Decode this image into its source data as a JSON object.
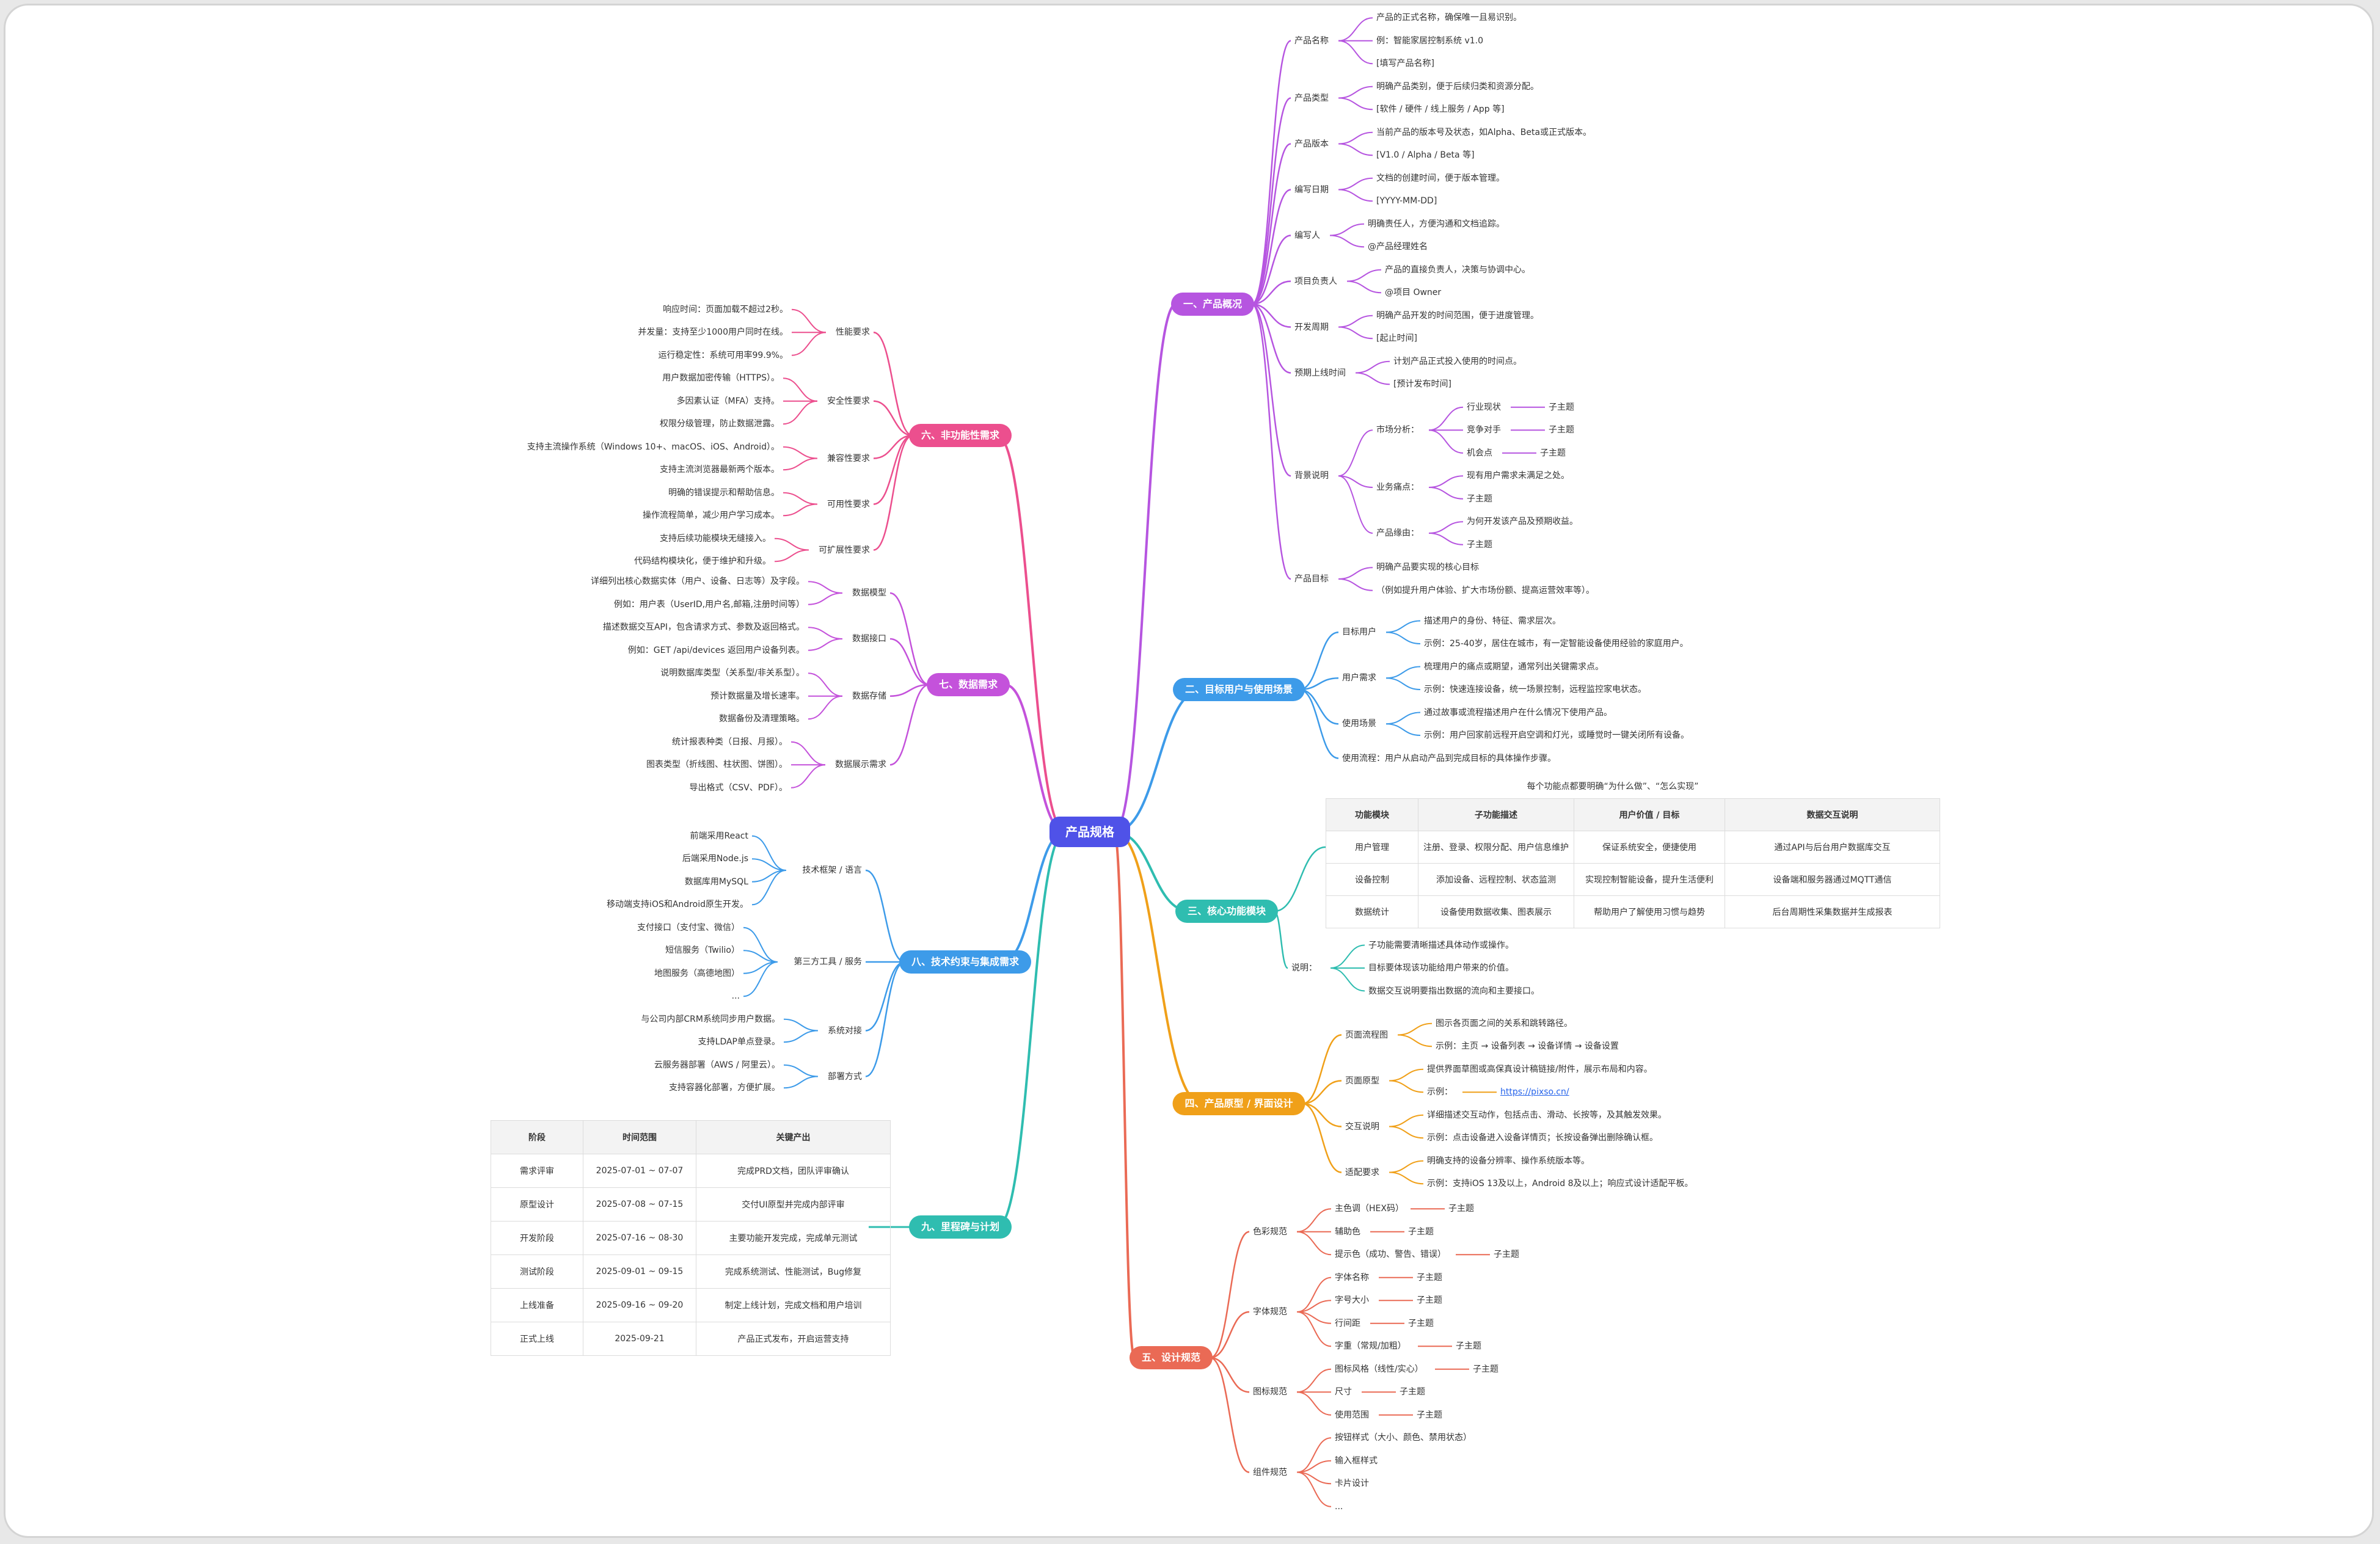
{
  "root": {
    "label": "产品规格"
  },
  "branches": [
    {
      "id": "b1",
      "label": "一、产品概况",
      "color": "#b655e0",
      "side": "right",
      "children": [
        {
          "label": "产品名称",
          "children": [
            {
              "label": "产品的正式名称，确保唯一且易识别。"
            },
            {
              "label": "例：智能家居控制系统 v1.0"
            },
            {
              "label": "[填写产品名称]"
            }
          ]
        },
        {
          "label": "产品类型",
          "children": [
            {
              "label": "明确产品类别，便于后续归类和资源分配。"
            },
            {
              "label": "[软件 / 硬件 / 线上服务 / App 等]"
            }
          ]
        },
        {
          "label": "产品版本",
          "children": [
            {
              "label": "当前产品的版本号及状态，如Alpha、Beta或正式版本。"
            },
            {
              "label": "[V1.0 / Alpha / Beta 等]"
            }
          ]
        },
        {
          "label": "编写日期",
          "children": [
            {
              "label": "文档的创建时间，便于版本管理。"
            },
            {
              "label": "[YYYY-MM-DD]"
            }
          ]
        },
        {
          "label": "编写人",
          "children": [
            {
              "label": "明确责任人，方便沟通和文档追踪。"
            },
            {
              "label": "@产品经理姓名"
            }
          ]
        },
        {
          "label": "项目负责人",
          "children": [
            {
              "label": "产品的直接负责人，决策与协调中心。"
            },
            {
              "label": "@项目 Owner"
            }
          ]
        },
        {
          "label": "开发周期",
          "children": [
            {
              "label": "明确产品开发的时间范围，便于进度管理。"
            },
            {
              "label": "[起止时间]"
            }
          ]
        },
        {
          "label": "预期上线时间",
          "children": [
            {
              "label": "计划产品正式投入使用的时间点。"
            },
            {
              "label": "[预计发布时间]"
            }
          ]
        },
        {
          "label": "背景说明",
          "children": [
            {
              "label": "市场分析：",
              "children": [
                {
                  "label": "行业现状",
                  "children": [
                    {
                      "label": "子主题"
                    }
                  ]
                },
                {
                  "label": "竞争对手",
                  "children": [
                    {
                      "label": "子主题"
                    }
                  ]
                },
                {
                  "label": "机会点",
                  "children": [
                    {
                      "label": "子主题"
                    }
                  ]
                }
              ]
            },
            {
              "label": "业务痛点：",
              "children": [
                {
                  "label": "现有用户需求未满足之处。"
                },
                {
                  "label": "子主题"
                }
              ]
            },
            {
              "label": "产品缘由：",
              "children": [
                {
                  "label": "为何开发该产品及预期收益。"
                },
                {
                  "label": "子主题"
                }
              ]
            }
          ]
        },
        {
          "label": "产品目标",
          "children": [
            {
              "label": "明确产品要实现的核心目标"
            },
            {
              "label": "（例如提升用户体验、扩大市场份额、提高运营效率等）。"
            }
          ]
        }
      ]
    },
    {
      "id": "b2",
      "label": "二、目标用户与使用场景",
      "color": "#3d9be9",
      "side": "right",
      "children": [
        {
          "label": "目标用户",
          "children": [
            {
              "label": "描述用户的身份、特征、需求层次。"
            },
            {
              "label": "示例：25-40岁，居住在城市，有一定智能设备使用经验的家庭用户。"
            }
          ]
        },
        {
          "label": "用户需求",
          "children": [
            {
              "label": "梳理用户的痛点或期望，通常列出关键需求点。"
            },
            {
              "label": "示例：快速连接设备，统一场景控制，远程监控家电状态。"
            }
          ]
        },
        {
          "label": "使用场景",
          "children": [
            {
              "label": "通过故事或流程描述用户在什么情况下使用产品。"
            },
            {
              "label": "示例：用户回家前远程开启空调和灯光，或睡觉时一键关闭所有设备。"
            }
          ]
        },
        {
          "label": "使用流程：用户从启动产品到完成目标的具体操作步骤。"
        }
      ]
    },
    {
      "id": "b3",
      "label": "三、核心功能模块",
      "color": "#2fbdb0",
      "side": "right",
      "table": {
        "note": "每个功能点都要明确“为什么做”、“怎么实现”",
        "headers": [
          "功能模块",
          "子功能描述",
          "用户价值 / 目标",
          "数据交互说明"
        ],
        "rows": [
          [
            "用户管理",
            "注册、登录、权限分配、用户信息维护",
            "保证系统安全，便捷使用",
            "通过API与后台用户数据库交互"
          ],
          [
            "设备控制",
            "添加设备、远程控制、状态监测",
            "实现控制智能设备，提升生活便利",
            "设备端和服务器通过MQTT通信"
          ],
          [
            "数据统计",
            "设备使用数据收集、图表展示",
            "帮助用户了解使用习惯与趋势",
            "后台周期性采集数据并生成报表"
          ]
        ]
      },
      "children": [
        {
          "label": "说明：",
          "children": [
            {
              "label": "子功能需要清晰描述具体动作或操作。"
            },
            {
              "label": "目标要体现该功能给用户带来的价值。"
            },
            {
              "label": "数据交互说明要指出数据的流向和主要接口。"
            }
          ]
        }
      ]
    },
    {
      "id": "b4",
      "label": "四、产品原型 / 界面设计",
      "color": "#f0a019",
      "side": "right",
      "children": [
        {
          "label": "页面流程图",
          "children": [
            {
              "label": "图示各页面之间的关系和跳转路径。"
            },
            {
              "label": "示例：主页 → 设备列表 → 设备详情 → 设备设置"
            }
          ]
        },
        {
          "label": "页面原型",
          "children": [
            {
              "label": "提供界面草图或高保真设计稿链接/附件，展示布局和内容。"
            },
            {
              "label": "示例：",
              "children": [
                {
                  "label": "https://pixso.cn/",
                  "link": true
                }
              ]
            }
          ]
        },
        {
          "label": "交互说明",
          "children": [
            {
              "label": "详细描述交互动作，包括点击、滑动、长按等，及其触发效果。"
            },
            {
              "label": "示例：点击设备进入设备详情页；长按设备弹出删除确认框。"
            }
          ]
        },
        {
          "label": "适配要求",
          "children": [
            {
              "label": "明确支持的设备分辨率、操作系统版本等。"
            },
            {
              "label": "示例：支持iOS 13及以上，Android 8及以上；响应式设计适配平板。"
            }
          ]
        }
      ]
    },
    {
      "id": "b5",
      "label": "五、设计规范",
      "color": "#ea6a55",
      "side": "right",
      "children": [
        {
          "label": "色彩规范",
          "children": [
            {
              "label": "主色调（HEX码）",
              "children": [
                {
                  "label": "子主题"
                }
              ]
            },
            {
              "label": "辅助色",
              "children": [
                {
                  "label": "子主题"
                }
              ]
            },
            {
              "label": "提示色（成功、警告、错误）",
              "children": [
                {
                  "label": "子主题"
                }
              ]
            }
          ]
        },
        {
          "label": "字体规范",
          "children": [
            {
              "label": "字体名称",
              "children": [
                {
                  "label": "子主题"
                }
              ]
            },
            {
              "label": "字号大小",
              "children": [
                {
                  "label": "子主题"
                }
              ]
            },
            {
              "label": "行间距",
              "children": [
                {
                  "label": "子主题"
                }
              ]
            },
            {
              "label": "字重（常规/加粗）",
              "children": [
                {
                  "label": "子主题"
                }
              ]
            }
          ]
        },
        {
          "label": "图标规范",
          "children": [
            {
              "label": "图标风格（线性/实心）",
              "children": [
                {
                  "label": "子主题"
                }
              ]
            },
            {
              "label": "尺寸",
              "children": [
                {
                  "label": "子主题"
                }
              ]
            },
            {
              "label": "使用范围",
              "children": [
                {
                  "label": "子主题"
                }
              ]
            }
          ]
        },
        {
          "label": "组件规范",
          "children": [
            {
              "label": "按钮样式（大小、颜色、禁用状态）"
            },
            {
              "label": "输入框样式"
            },
            {
              "label": "卡片设计"
            },
            {
              "label": "..."
            }
          ]
        }
      ]
    },
    {
      "id": "b6",
      "label": "六、非功能性需求",
      "color": "#ec4f8e",
      "side": "left",
      "children": [
        {
          "label": "性能要求",
          "children": [
            {
              "label": "响应时间：页面加载不超过2秒。"
            },
            {
              "label": "并发量：支持至少1000用户同时在线。"
            },
            {
              "label": "运行稳定性：系统可用率99.9%。"
            }
          ]
        },
        {
          "label": "安全性要求",
          "children": [
            {
              "label": "用户数据加密传输（HTTPS）。"
            },
            {
              "label": "多因素认证（MFA）支持。"
            },
            {
              "label": "权限分级管理，防止数据泄露。"
            }
          ]
        },
        {
          "label": "兼容性要求",
          "children": [
            {
              "label": "支持主流操作系统（Windows 10+、macOS、iOS、Android）。"
            },
            {
              "label": "支持主流浏览器最新两个版本。"
            }
          ]
        },
        {
          "label": "可用性要求",
          "children": [
            {
              "label": "明确的错误提示和帮助信息。"
            },
            {
              "label": "操作流程简单，减少用户学习成本。"
            }
          ]
        },
        {
          "label": "可扩展性要求",
          "children": [
            {
              "label": "支持后续功能模块无缝接入。"
            },
            {
              "label": "代码结构模块化，便于维护和升级。"
            }
          ]
        }
      ]
    },
    {
      "id": "b7",
      "label": "七、数据需求",
      "color": "#c452db",
      "side": "left",
      "children": [
        {
          "label": "数据模型",
          "children": [
            {
              "label": "详细列出核心数据实体（用户、设备、日志等）及字段。"
            },
            {
              "label": "例如：用户表（UserID,用户名,邮箱,注册时间等）"
            }
          ]
        },
        {
          "label": "数据接口",
          "children": [
            {
              "label": "描述数据交互API，包含请求方式、参数及返回格式。"
            },
            {
              "label": "例如：GET /api/devices 返回用户设备列表。"
            }
          ]
        },
        {
          "label": "数据存储",
          "children": [
            {
              "label": "说明数据库类型（关系型/非关系型）。"
            },
            {
              "label": "预计数据量及增长速率。"
            },
            {
              "label": "数据备份及清理策略。"
            }
          ]
        },
        {
          "label": "数据展示需求",
          "children": [
            {
              "label": "统计报表种类（日报、月报）。"
            },
            {
              "label": "图表类型（折线图、柱状图、饼图）。"
            },
            {
              "label": "导出格式（CSV、PDF）。"
            }
          ]
        }
      ]
    },
    {
      "id": "b8",
      "label": "八、技术约束与集成需求",
      "color": "#3d9be9",
      "side": "left",
      "children": [
        {
          "label": "技术框架 / 语言",
          "children": [
            {
              "label": "前端采用React"
            },
            {
              "label": "后端采用Node.js"
            },
            {
              "label": "数据库用MySQL"
            },
            {
              "label": "移动端支持iOS和Android原生开发。"
            }
          ]
        },
        {
          "label": "第三方工具 / 服务",
          "children": [
            {
              "label": "支付接口（支付宝、微信）"
            },
            {
              "label": "短信服务（Twilio）"
            },
            {
              "label": "地图服务（高德地图）"
            },
            {
              "label": "..."
            }
          ]
        },
        {
          "label": "系统对接",
          "children": [
            {
              "label": "与公司内部CRM系统同步用户数据。"
            },
            {
              "label": "支持LDAP单点登录。"
            }
          ]
        },
        {
          "label": "部署方式",
          "children": [
            {
              "label": "云服务器部署（AWS / 阿里云）。"
            },
            {
              "label": "支持容器化部署，方便扩展。"
            }
          ]
        }
      ]
    },
    {
      "id": "b9",
      "label": "九、里程碑与计划",
      "color": "#2fbdb0",
      "side": "left",
      "table": {
        "headers": [
          "阶段",
          "时间范围",
          "关键产出"
        ],
        "rows": [
          [
            "需求评审",
            "2025-07-01 ~ 07-07",
            "完成PRD文档，团队评审确认"
          ],
          [
            "原型设计",
            "2025-07-08 ~ 07-15",
            "交付UI原型并完成内部评审"
          ],
          [
            "开发阶段",
            "2025-07-16 ~ 08-30",
            "主要功能开发完成，完成单元测试"
          ],
          [
            "测试阶段",
            "2025-09-01 ~ 09-15",
            "完成系统测试、性能测试，Bug修复"
          ],
          [
            "上线准备",
            "2025-09-16 ~ 09-20",
            "制定上线计划，完成文档和用户培训"
          ],
          [
            "正式上线",
            "2025-09-21",
            "产品正式发布，开启运营支持"
          ]
        ]
      }
    }
  ]
}
